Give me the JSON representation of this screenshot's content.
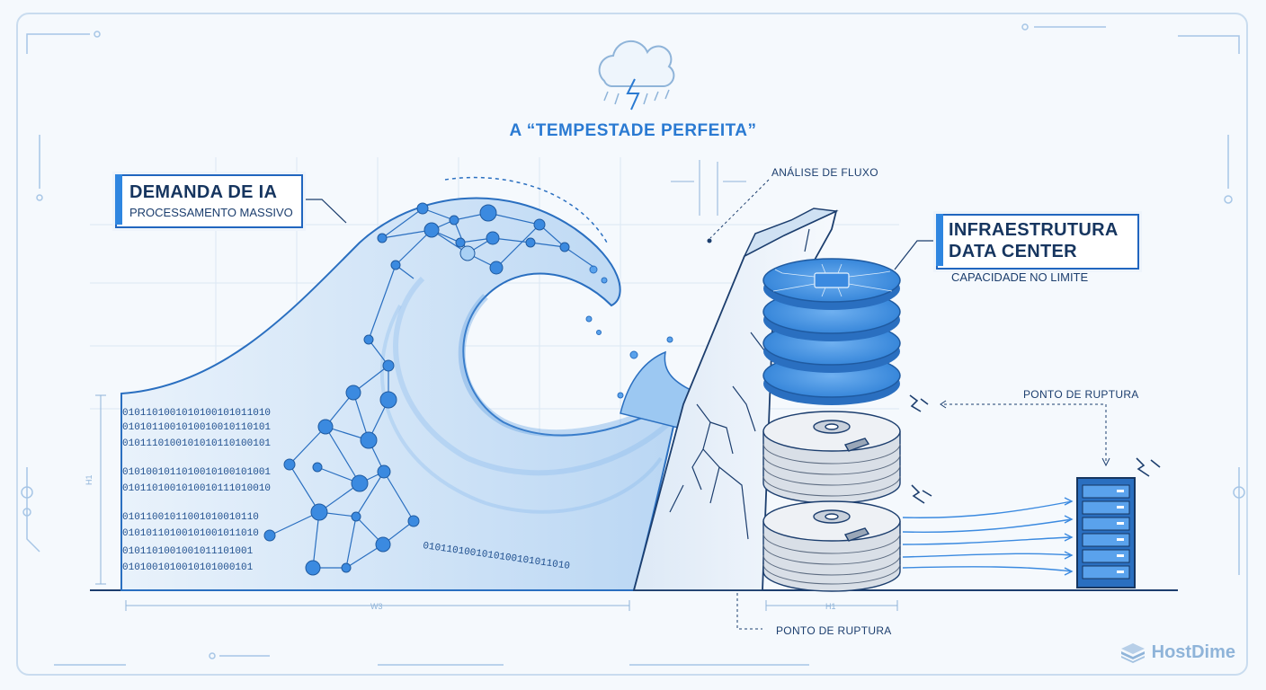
{
  "title": "A “TEMPESTADE PERFEITA”",
  "demand": {
    "heading": "DEMANDA DE IA",
    "subtitle": "PROCESSAMENTO MASSIVO"
  },
  "infrastructure": {
    "heading_line1": "INFRAESTRUTURA",
    "heading_line2": "DATA CENTER",
    "subtitle": "CAPACIDADE NO LIMITE"
  },
  "annotations": {
    "flow_analysis": "ANÁLISE DE FLUXO",
    "rupture_point_right": "PONTO DE RUPTURA",
    "rupture_point_bottom": "PONTO DE RUPTURA"
  },
  "dimensions": {
    "left_height": "H1",
    "wave_width": "W3",
    "stack_width": "H1"
  },
  "binary_rows": [
    "0101101001010100101011010",
    "0101011001010010010110101",
    "0101110100101010110100101",
    "0101001011010010100101001",
    "0101101001010010111010010",
    "01011001011001010010110",
    "01010110100101001011010",
    "0101101001001011101001",
    "0101001010010101000101"
  ],
  "brand": {
    "name": "HostDime",
    "logo_color": "#8fb4d9"
  },
  "colors": {
    "primary_blue": "#2a7ad2",
    "dark_navy": "#16355f",
    "light_blue": "#c9dcef",
    "background": "#f5f9fd"
  }
}
